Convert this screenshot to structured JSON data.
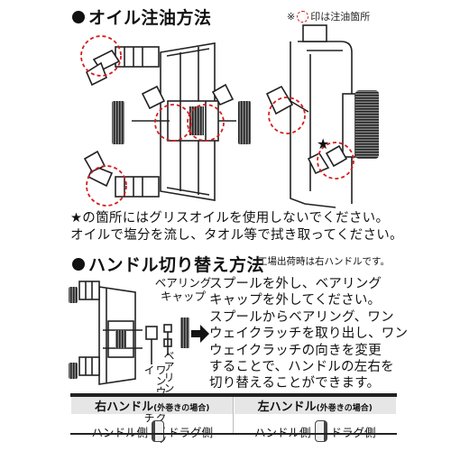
{
  "oil": {
    "title": "オイル注油方法",
    "legend_prefix": "※",
    "legend_suffix": "印は注油箇所",
    "note_lines": [
      "★の箇所にはグリスオイルを使用しないでください。",
      "オイルで塩分を流し、タオル等で拭き取ってください。"
    ]
  },
  "handle": {
    "title": "ハンドル切り替え方法",
    "factory_note": "工場出荷時は右ハンドルです。",
    "bearing_cap": [
      "ベアリング",
      "キャップ"
    ],
    "bearing": "ベアリング",
    "one_way_clutch": [
      "ワンウェイ",
      "クラッチ"
    ],
    "steps": [
      "スプールを外し、ベアリング",
      "キャップを外してください。",
      "スプールからベアリング、ワン",
      "ウェイクラッチを取り出し、ワン",
      "ウェイクラッチの向きを変更",
      "することで、ハンドルの左右を",
      "切り替えることができます。"
    ]
  },
  "table": {
    "right_handle": "右ハンドル",
    "right_handle_note": "(外巻きの場合)",
    "left_handle": "左ハンドル",
    "left_handle_note": "(外巻きの場合)",
    "handle_side": "ハンドル側",
    "drag_side": "ドラグ側"
  },
  "colors": {
    "accent_dashed": "#d21e1e",
    "ink": "#111111",
    "header_bg": "#e6e6e6"
  },
  "icons": [
    "star-icon",
    "oil-point-circle-icon",
    "arrow-right-icon"
  ]
}
